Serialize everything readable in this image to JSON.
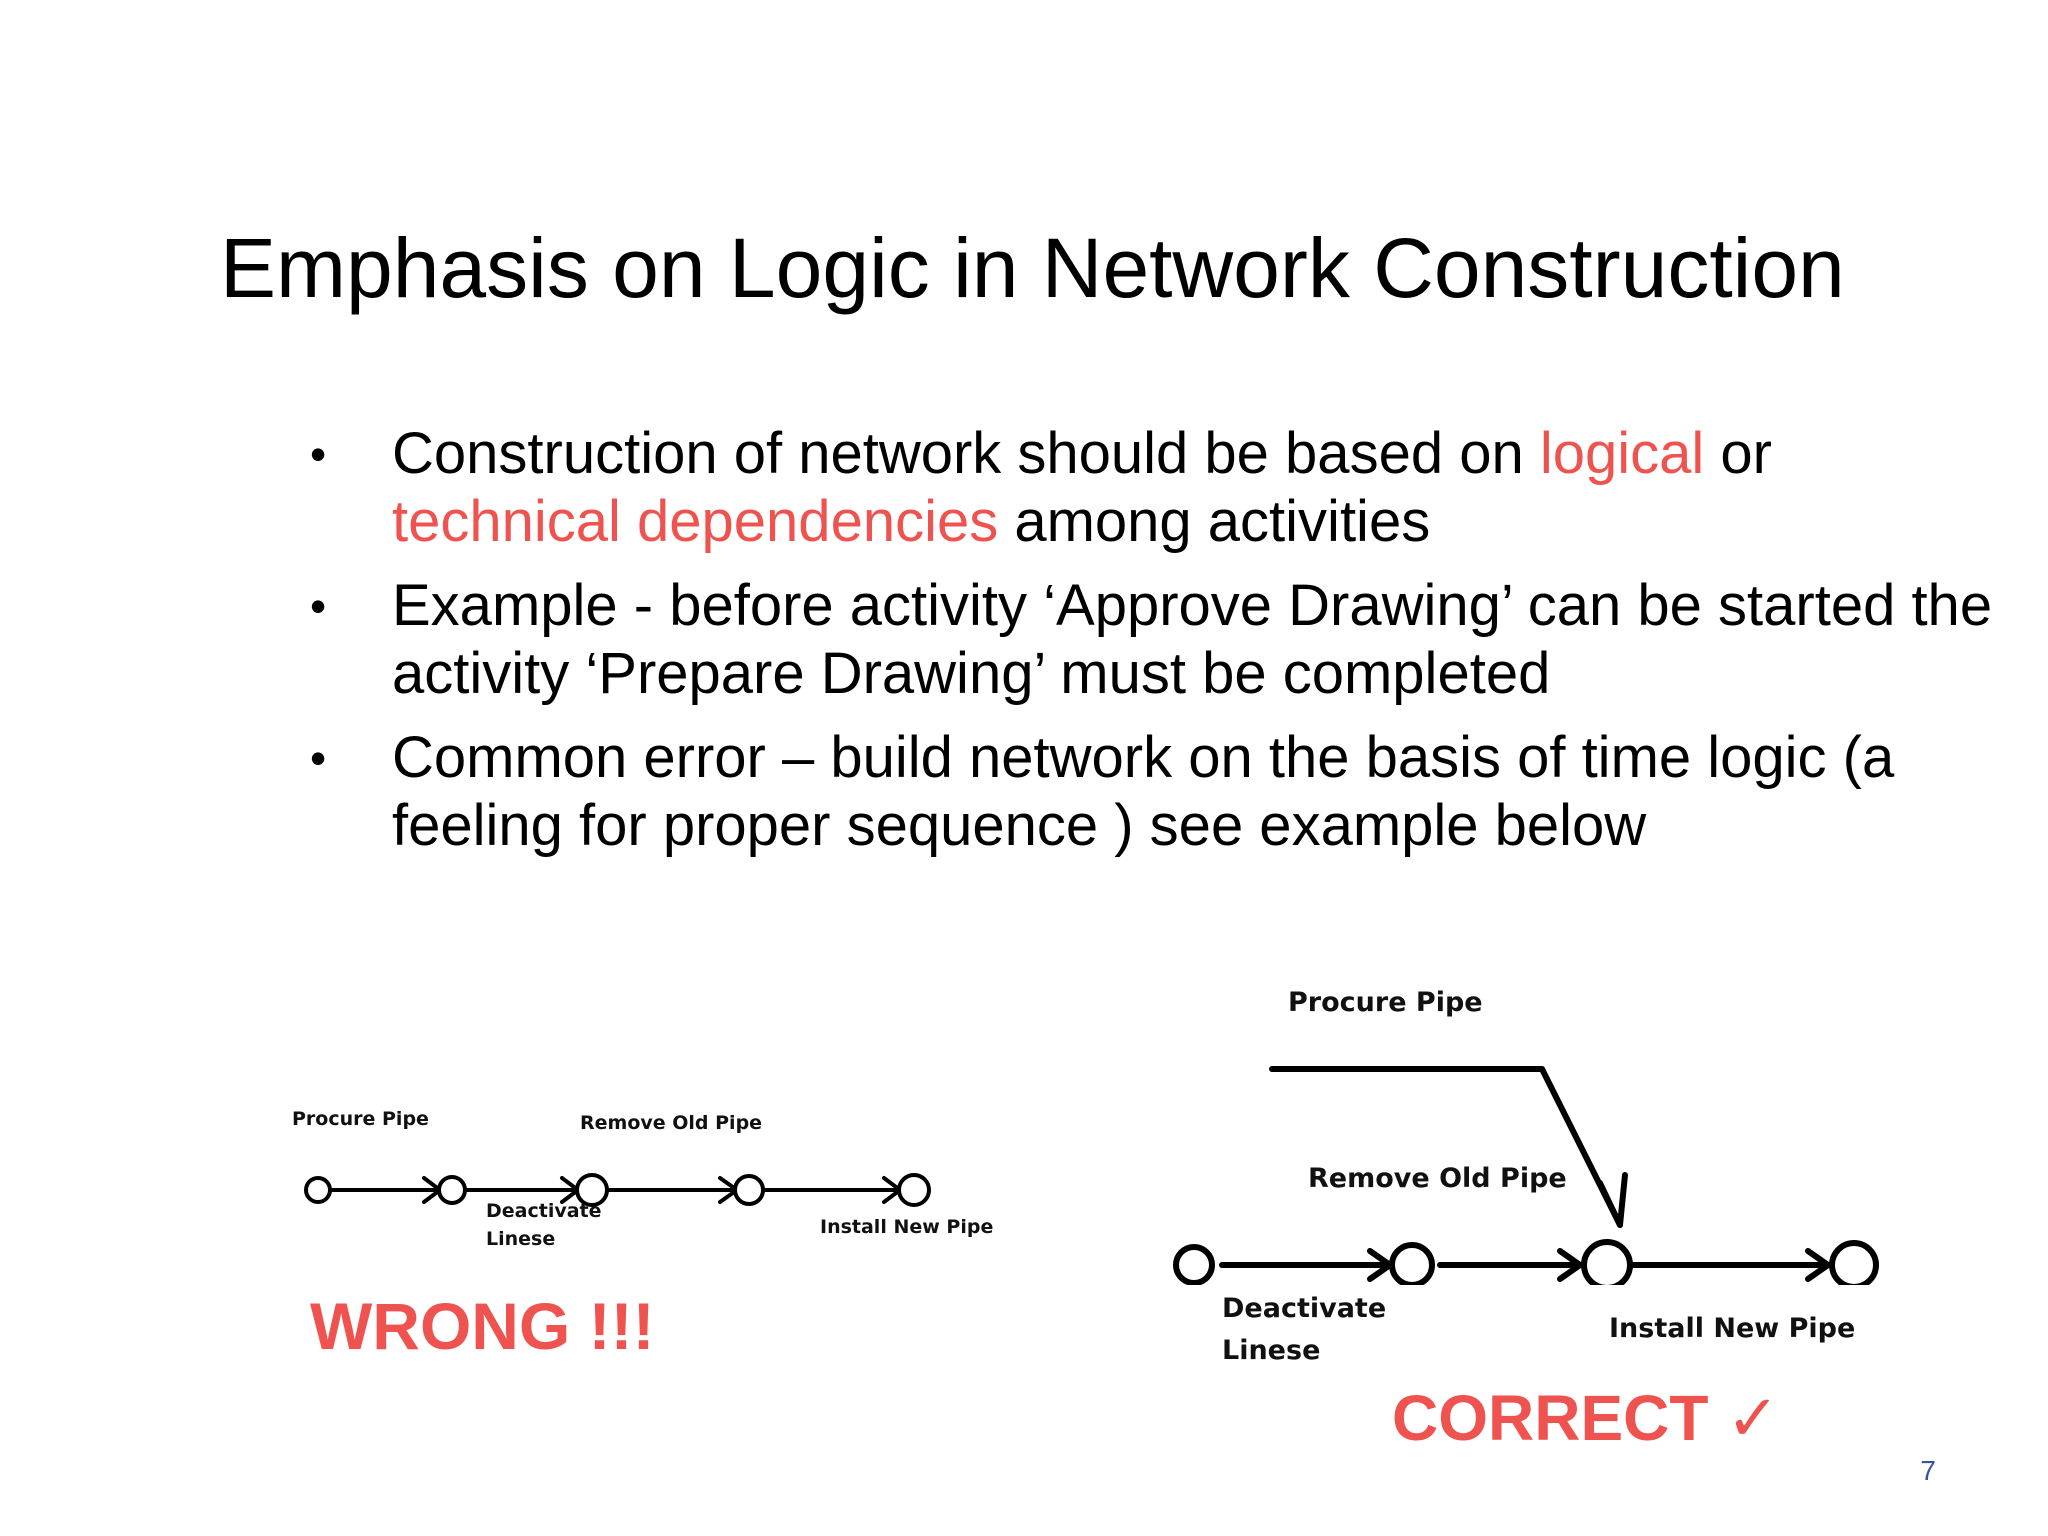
{
  "slide": {
    "title": "Emphasis on Logic in Network Construction",
    "bullets": [
      {
        "p1": "Construction of network should be based on ",
        "highlight1": "logical",
        "p2": " or ",
        "highlight2": "technical dependencies",
        "p3": " among activities"
      },
      {
        "text": "Example -  before activity ‘Approve Drawing’ can be started the activity ‘Prepare Drawing’ must be completed"
      },
      {
        "text": "Common error – build network on the basis of time logic (a feeling for proper sequence ) see example below"
      }
    ],
    "accent_color": "#ef5350",
    "page_number": "7"
  },
  "wrong_diagram": {
    "labels": {
      "procure": "Procure Pipe",
      "remove": "Remove Old Pipe",
      "deactivate_1": "Deactivate",
      "deactivate_2": "Linese",
      "install": "Install New Pipe"
    },
    "verdict": "WRONG !!!"
  },
  "correct_diagram": {
    "labels": {
      "procure": "Procure Pipe",
      "remove": "Remove Old Pipe",
      "deactivate_1": "Deactivate",
      "deactivate_2": "Linese",
      "install": "Install New Pipe"
    },
    "verdict": "CORRECT ✓"
  }
}
